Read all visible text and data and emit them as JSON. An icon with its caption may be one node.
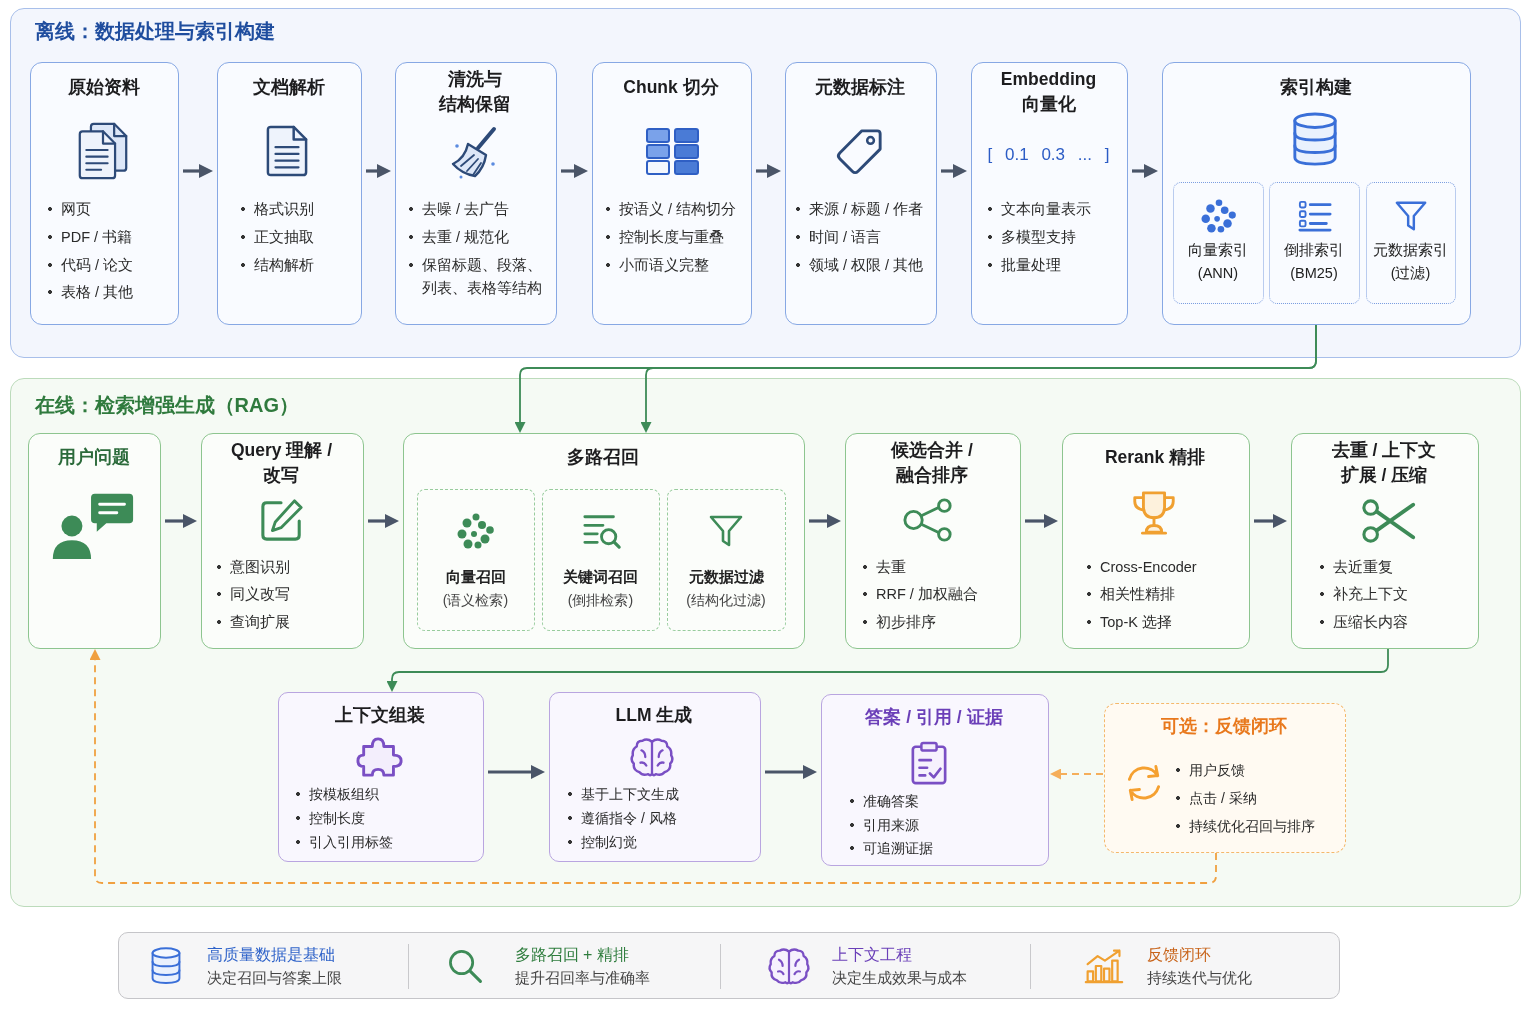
{
  "diagram": {
    "nodes": [
      {
        "text": [
          "离线：数据处理与索引构建"
        ]
      },
      {
        "text": [
          "原始资料",
          "网页",
          "PDF / 书籍",
          "代码 / 论文",
          "表格 / 其他"
        ],
        "in": 0
      },
      {
        "text": [
          "文档解析",
          "格式识别",
          "正文抽取",
          "结构解析"
        ],
        "in": 0
      },
      {
        "text": [
          "清洗与结构保留",
          "去噪 / 去广告",
          "去重 / 规范化",
          "保留标题、段落、列表、表格等结构"
        ],
        "in": 0
      },
      {
        "text": [
          "Chunk 切分",
          "按语义 / 结构切分",
          "控制长度与重叠",
          "小而语义完整"
        ],
        "in": 0
      },
      {
        "text": [
          "元数据标注",
          "来源 / 标题 / 作者",
          "时间 / 语言",
          "领域 / 权限 / 其他"
        ],
        "in": 0
      },
      {
        "text": [
          "Embedding 向量化",
          "[ 0.1 0.3 ... ]",
          "文本向量表示",
          "多模型支持",
          "批量处理"
        ],
        "in": 0
      },
      {
        "text": [
          "索引构建"
        ],
        "in": 0
      },
      {
        "text": [
          "向量索引",
          "(ANN)"
        ],
        "in": 7
      },
      {
        "text": [
          "倒排索引",
          "(BM25)"
        ],
        "in": 7
      },
      {
        "text": [
          "元数据索引",
          "(过滤)"
        ],
        "in": 7
      },
      {
        "text": [
          "在线：检索增强生成（RAG）"
        ]
      },
      {
        "text": [
          "用户问题"
        ],
        "in": 11
      },
      {
        "text": [
          "Query 理解 / 改写",
          "意图识别",
          "同义改写",
          "查询扩展"
        ],
        "in": 11
      },
      {
        "text": [
          "多路召回"
        ],
        "in": 11
      },
      {
        "text": [
          "向量召回",
          "(语义检索)"
        ],
        "in": 14
      },
      {
        "text": [
          "关键词召回",
          "(倒排检索)"
        ],
        "in": 14
      },
      {
        "text": [
          "元数据过滤",
          "(结构化过滤)"
        ],
        "in": 14
      },
      {
        "text": [
          "候选合并 / 融合排序",
          "去重",
          "RRF / 加权融合",
          "初步排序"
        ],
        "in": 11
      },
      {
        "text": [
          "Rerank 精排",
          "Cross-Encoder",
          "相关性精排",
          "Top-K 选择"
        ],
        "in": 11
      },
      {
        "text": [
          "去重 / 上下文扩展 / 压缩",
          "去近重复",
          "补充上下文",
          "压缩长内容"
        ],
        "in": 11
      },
      {
        "text": [
          "上下文组装",
          "按模板组织",
          "控制长度",
          "引入引用标签"
        ],
        "in": 11
      },
      {
        "text": [
          "LLM 生成",
          "基于上下文生成",
          "遵循指令 / 风格",
          "控制幻觉"
        ],
        "in": 11
      },
      {
        "text": [
          "答案 / 引用 / 证据",
          "准确答案",
          "引用来源",
          "可追溯证据"
        ],
        "in": 11
      },
      {
        "text": [
          "可选：反馈闭环",
          "用户反馈",
          "点击 / 采纳",
          "持续优化召回与排序"
        ],
        "in": 11
      },
      {
        "text": [
          "高质量数据是基础",
          "决定召回与答案上限",
          "多路召回 + 精排",
          "提升召回率与准确率",
          "上下文工程",
          "决定生成效果与成本",
          "反馈闭环",
          "持续迭代与优化"
        ]
      }
    ],
    "edges": [
      {
        "from": 1,
        "to": 2,
        "arrow": "to"
      },
      {
        "from": 2,
        "to": 3,
        "arrow": "to"
      },
      {
        "from": 3,
        "to": 4,
        "arrow": "to"
      },
      {
        "from": 4,
        "to": 5,
        "arrow": "to"
      },
      {
        "from": 5,
        "to": 6,
        "arrow": "to"
      },
      {
        "from": 6,
        "to": 7,
        "arrow": "to"
      },
      {
        "from": 7,
        "to": 14,
        "arrow": "to",
        "color": "#3d8b57"
      },
      {
        "from": 7,
        "to": 14,
        "arrow": "to",
        "color": "#3d8b57"
      },
      {
        "from": 12,
        "to": 13,
        "arrow": "to"
      },
      {
        "from": 13,
        "to": 14,
        "arrow": "to"
      },
      {
        "from": 14,
        "to": 18,
        "arrow": "to"
      },
      {
        "from": 18,
        "to": 19,
        "arrow": "to"
      },
      {
        "from": 19,
        "to": 20,
        "arrow": "to"
      },
      {
        "from": 20,
        "to": 21,
        "arrow": "to",
        "color": "#3d8b57"
      },
      {
        "from": 21,
        "to": 22,
        "arrow": "to"
      },
      {
        "from": 22,
        "to": 23,
        "arrow": "to"
      },
      {
        "from": 24,
        "to": 23,
        "arrow": "to",
        "style": "dashed",
        "color": "#f5ae5a"
      },
      {
        "from": 24,
        "to": 12,
        "arrow": "to",
        "style": "dashed",
        "color": "#f0a040"
      }
    ]
  }
}
